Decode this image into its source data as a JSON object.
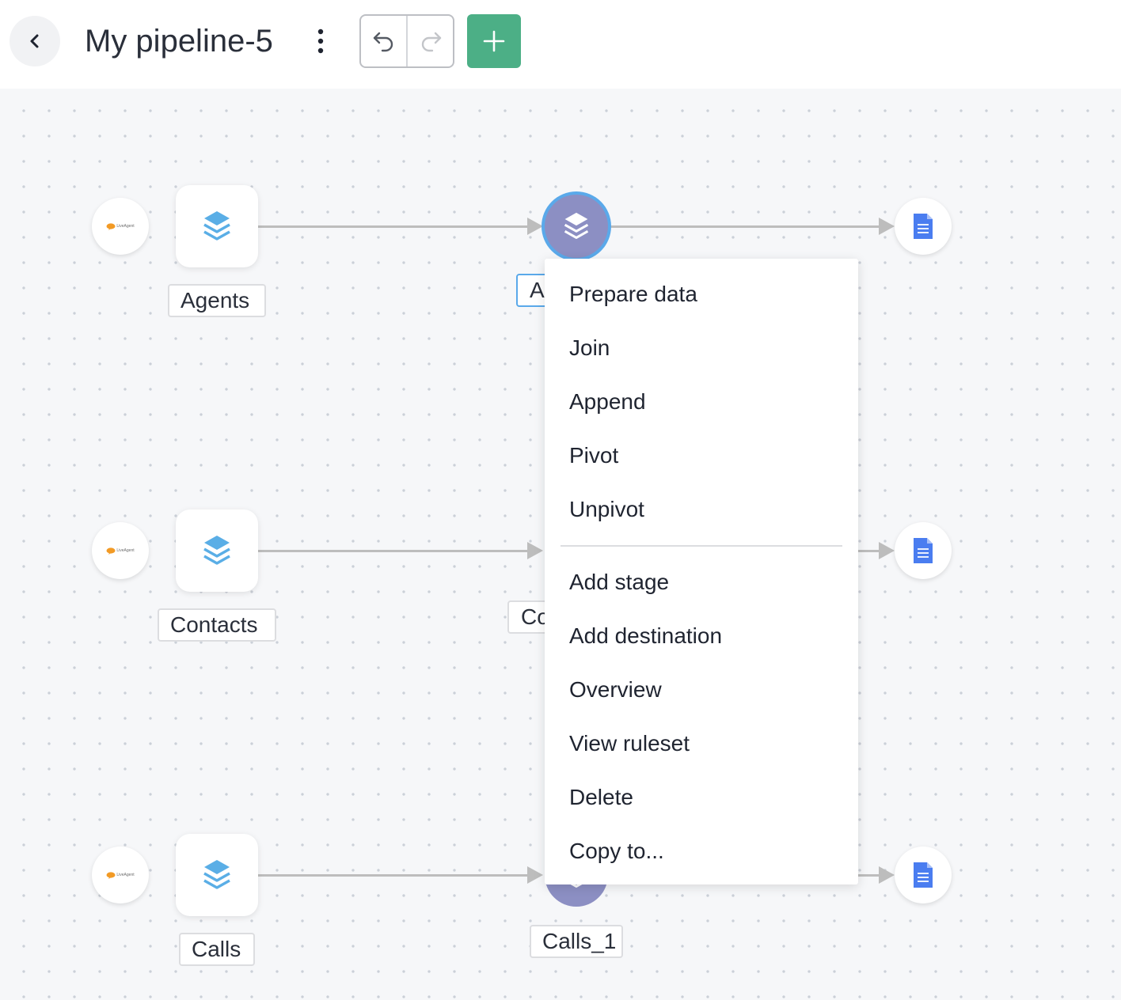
{
  "header": {
    "back_icon": "chevron-left-icon",
    "title": "My pipeline-5",
    "more_icon": "vertical-dots-icon",
    "undo_icon": "undo-icon",
    "redo_icon": "redo-icon",
    "add_icon": "plus-icon"
  },
  "colors": {
    "accent_green": "#4caf86",
    "stage_purple": "#8c8fc3",
    "selection_blue": "#5aa9ea",
    "dataset_icon_blue": "#5aaee6",
    "destination_icon_blue": "#4a7df0",
    "edge_gray": "#bdbdbd"
  },
  "pipeline": {
    "source_logo_text": "LiveAgent",
    "rows": [
      {
        "dataset": "Agents",
        "stage": "A"
      },
      {
        "dataset": "Contacts",
        "stage": "Co"
      },
      {
        "dataset": "Calls",
        "stage": "Calls_1"
      }
    ]
  },
  "context_menu": {
    "group1": [
      "Prepare data",
      "Join",
      "Append",
      "Pivot",
      "Unpivot"
    ],
    "group2": [
      "Add stage",
      "Add destination",
      "Overview",
      "View ruleset",
      "Delete",
      "Copy to..."
    ]
  }
}
